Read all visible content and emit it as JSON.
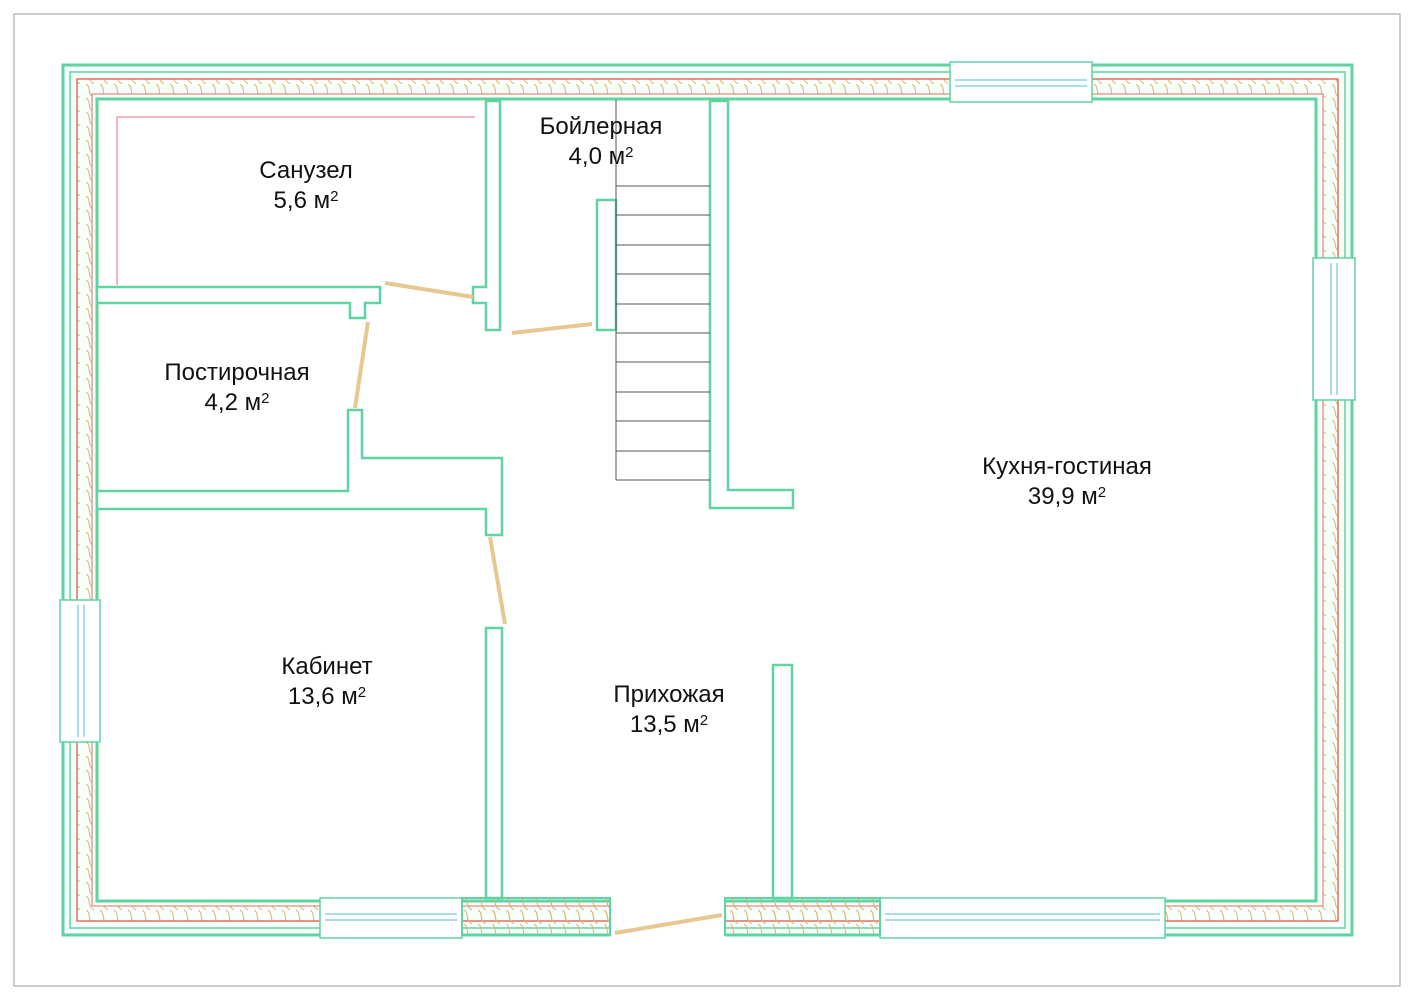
{
  "title": "Floor plan",
  "area_unit": "м",
  "area_power": "2",
  "colors": {
    "wall": "#5fd3a0",
    "insulation_hatch": "#e0b070",
    "insulation_line": "#e07060",
    "door": "#e8c890",
    "window": "#8fd0e8",
    "frame": "#999999"
  },
  "rooms": [
    {
      "name": "Санузел",
      "area": "5,6"
    },
    {
      "name": "Бойлерная",
      "area": "4,0"
    },
    {
      "name": "Постирочная",
      "area": "4,2"
    },
    {
      "name": "Кухня-гостиная",
      "area": "39,9"
    },
    {
      "name": "Кабинет",
      "area": "13,6"
    },
    {
      "name": "Прихожая",
      "area": "13,5"
    }
  ]
}
